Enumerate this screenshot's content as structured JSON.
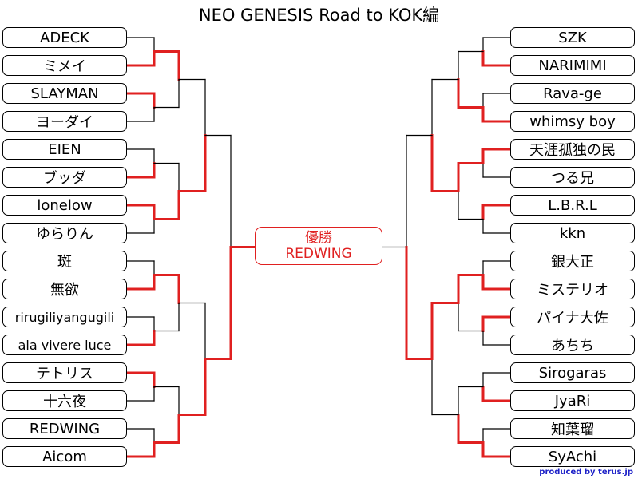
{
  "title": "NEO GENESIS Road to KOK編",
  "champion": {
    "label": "優勝",
    "name": "REDWING"
  },
  "credit": "produced by terus.jp",
  "left_players": [
    "ADECK",
    "ミメイ",
    "SLAYMAN",
    "ヨーダイ",
    "EIEN",
    "ブッダ",
    "lonelow",
    "ゆらりん",
    "斑",
    "無欲",
    "rirugiliyangugili",
    "ala vivere luce",
    "テトリス",
    "十六夜",
    "REDWING",
    "Aicom"
  ],
  "right_players": [
    "SZK",
    "NARIMIMI",
    "Rava-ge",
    "whimsy boy",
    "天涯孤独の民",
    "つる兄",
    "L.B.R.L",
    "kkn",
    "銀大正",
    "ミステリオ",
    "パイナ大佐",
    "あちち",
    "Sirogaras",
    "JyaRi",
    "知葉瑠",
    "SyAchi"
  ],
  "results": {
    "left_r1_winners": [
      1,
      0,
      1,
      0,
      1,
      1,
      0,
      1
    ],
    "left_r2_winners": [
      0,
      1,
      0,
      1
    ],
    "left_r3_winners": [
      1,
      1
    ],
    "left_r4_winner": 1,
    "right_r1_winners": [
      1,
      1,
      0,
      0,
      1,
      0,
      1,
      1
    ],
    "right_r2_winners": [
      1,
      0,
      0,
      1
    ],
    "right_r3_winners": [
      1,
      0
    ],
    "right_r4_winner": 1,
    "final_from": "left"
  },
  "colors": {
    "winner_line": "#e02020",
    "loser_line": "#000000",
    "credit": "#1e22c8"
  }
}
